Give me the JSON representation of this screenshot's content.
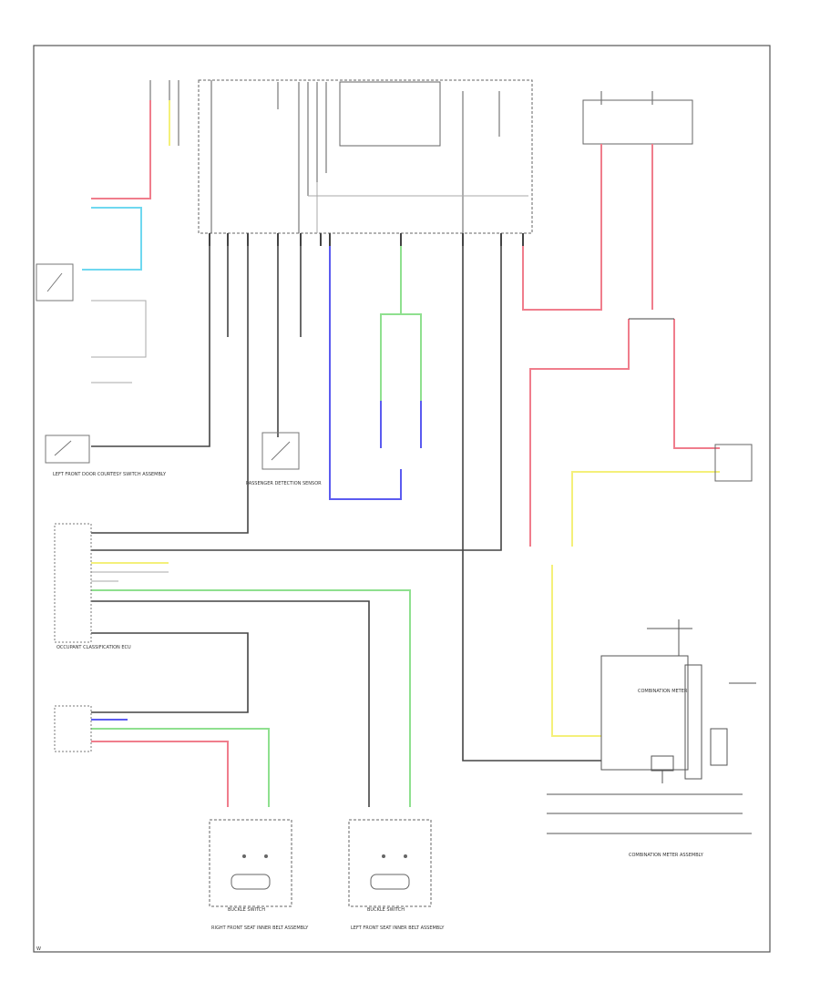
{
  "title": "",
  "colors": {
    "black": "#444444",
    "gray": "#8a8a8a",
    "red": "#f07d8c",
    "green": "#8fe08f",
    "blue": "#5b5bf0",
    "yellow": "#f4f07a",
    "cyan": "#6fd8f0",
    "frame": "#555555"
  },
  "footer": {
    "page_ref": "W",
    "assembly_label": "COMBINATION METER ASSEMBLY"
  },
  "components": {
    "left_switch_label": "LEFT FRONT DOOR COURTESY SWITCH ASSEMBLY",
    "passenger_detection_label": "PASSENGER DETECTION SENSOR",
    "occupant_sensor_label": "OCCUPANT CLASSIFICATION ECU",
    "combination_meter_label": "COMBINATION METER",
    "right_buckle_label": "RIGHT FRONT SEAT INNER BELT ASSEMBLY",
    "left_buckle_label": "LEFT FRONT SEAT INNER BELT ASSEMBLY",
    "right_buckle_switch": "BUCKLE SWITCH",
    "left_buckle_switch": "BUCKLE SWITCH"
  }
}
